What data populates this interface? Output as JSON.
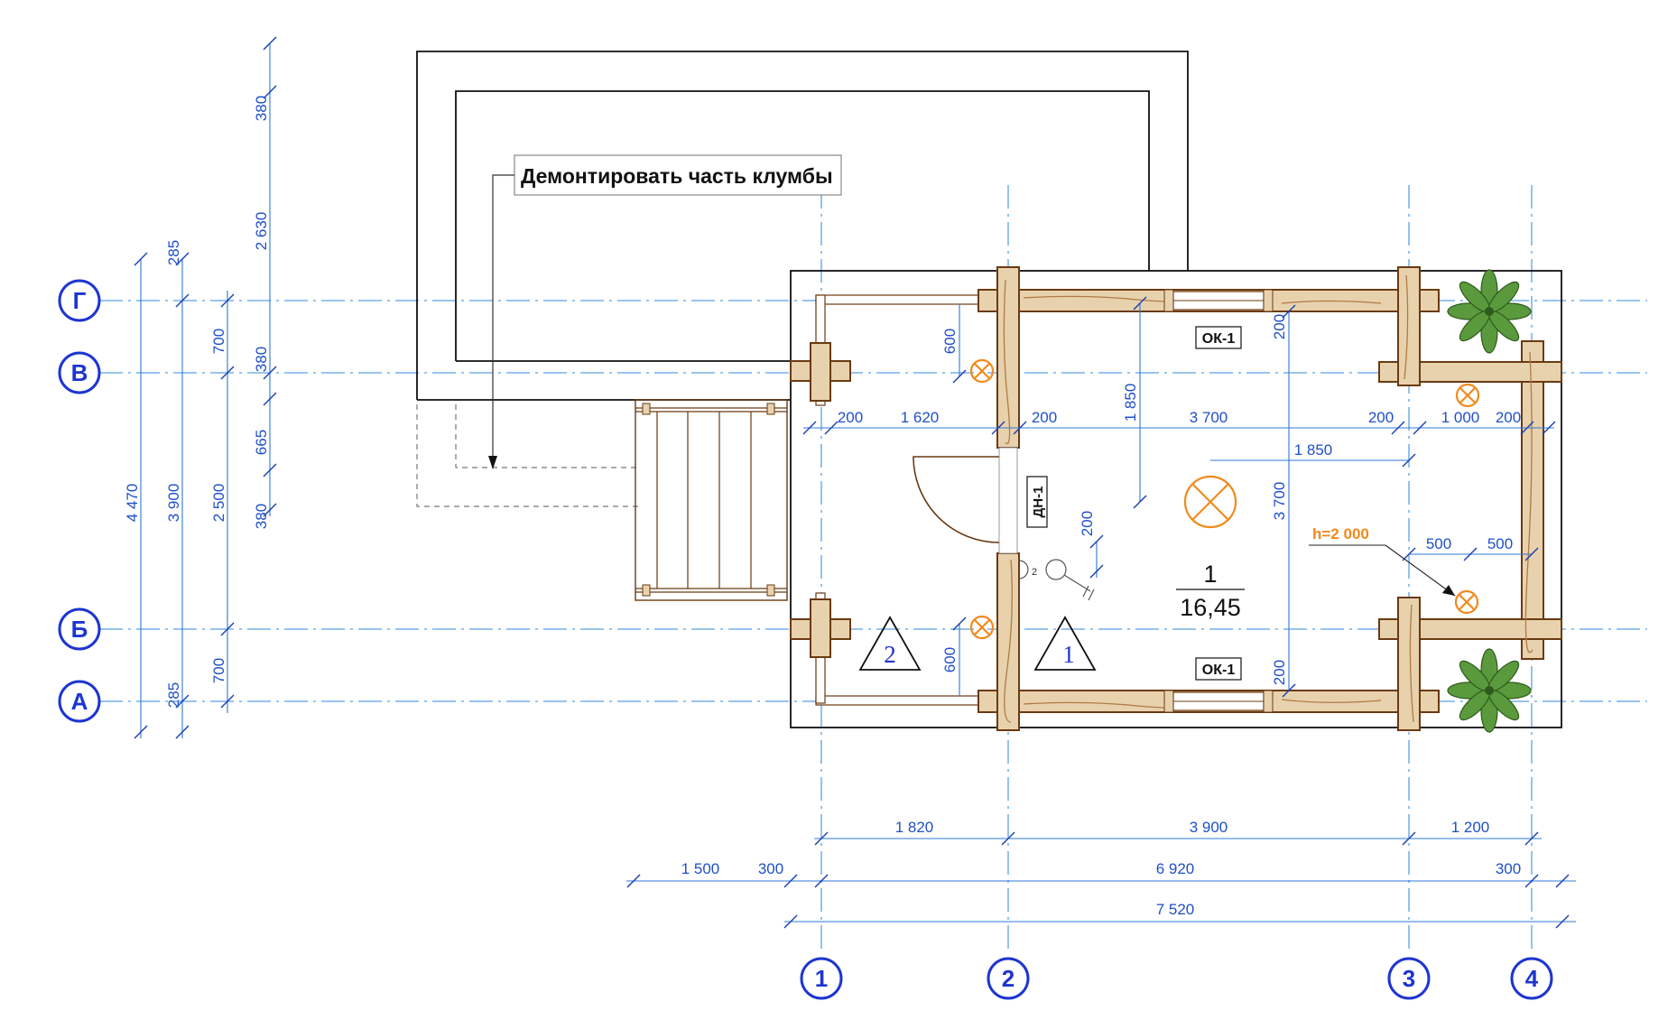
{
  "note": {
    "text": "Демонтировать часть клумбы"
  },
  "grid_axes": {
    "horizontal": [
      "Г",
      "В",
      "Б",
      "А"
    ],
    "vertical": [
      "1",
      "2",
      "3",
      "4"
    ]
  },
  "dimensions_left": {
    "far": [
      "380",
      "2 630",
      "380",
      "665",
      "380"
    ],
    "overall": "4 470",
    "mid": [
      "285",
      "3 900",
      "285"
    ],
    "inner": [
      "700",
      "2 500",
      "700"
    ]
  },
  "dimensions_bottom": {
    "row1": [
      "1 820",
      "3 900",
      "1 200"
    ],
    "row2": [
      "1 500",
      "300",
      "6 920",
      "300"
    ],
    "row3": [
      "7 520"
    ]
  },
  "dimensions_interior": {
    "upper": [
      "200",
      "1 620",
      "200",
      "3 700",
      "200",
      "1 000",
      "200"
    ],
    "vertical_1850": "1 850",
    "horizontal_1850": "1 850",
    "vertical_3700": "3 700",
    "top_200": "200",
    "bottom_200": "200",
    "side_600_top": "600",
    "side_600_bottom": "600",
    "door_200": "200",
    "offsets": [
      "500",
      "500"
    ]
  },
  "labels": {
    "window_top": "ОК-1",
    "window_bottom": "ОК-1",
    "door": "ДН-1",
    "room_number": "1",
    "room_area": "16,45",
    "marker_1": "1",
    "marker_2": "2",
    "lamp_height": "h=2 000",
    "switch_count": "2"
  },
  "colors": {
    "axis": "#5aa0e6",
    "dimension": "#1f4fc8",
    "bubble": "#1d35d0",
    "wood_fill": "#e8d2ad",
    "wood_stroke": "#6a3a12",
    "lamp": "#f08a1c",
    "plant": "#5a9a3c"
  }
}
